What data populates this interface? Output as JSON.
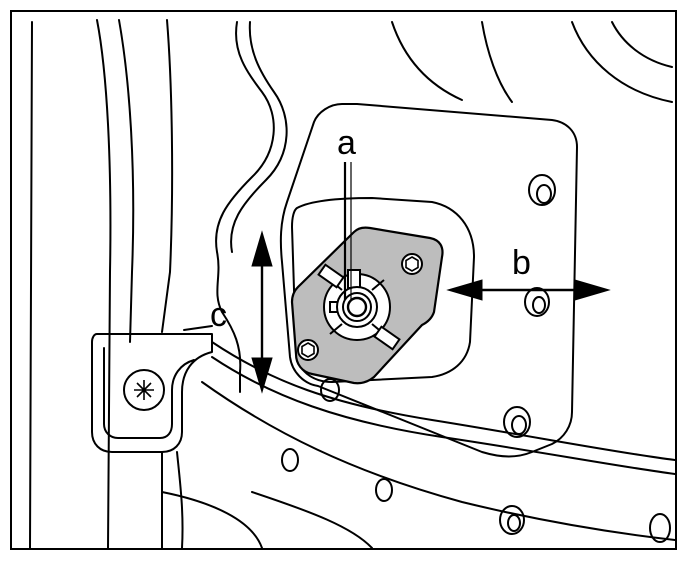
{
  "diagram": {
    "labels": {
      "a": "a",
      "b": "b",
      "c": "c"
    },
    "colors": {
      "line": "#000000",
      "plate_fill": "#bdbdbd",
      "background": "#ffffff"
    }
  }
}
